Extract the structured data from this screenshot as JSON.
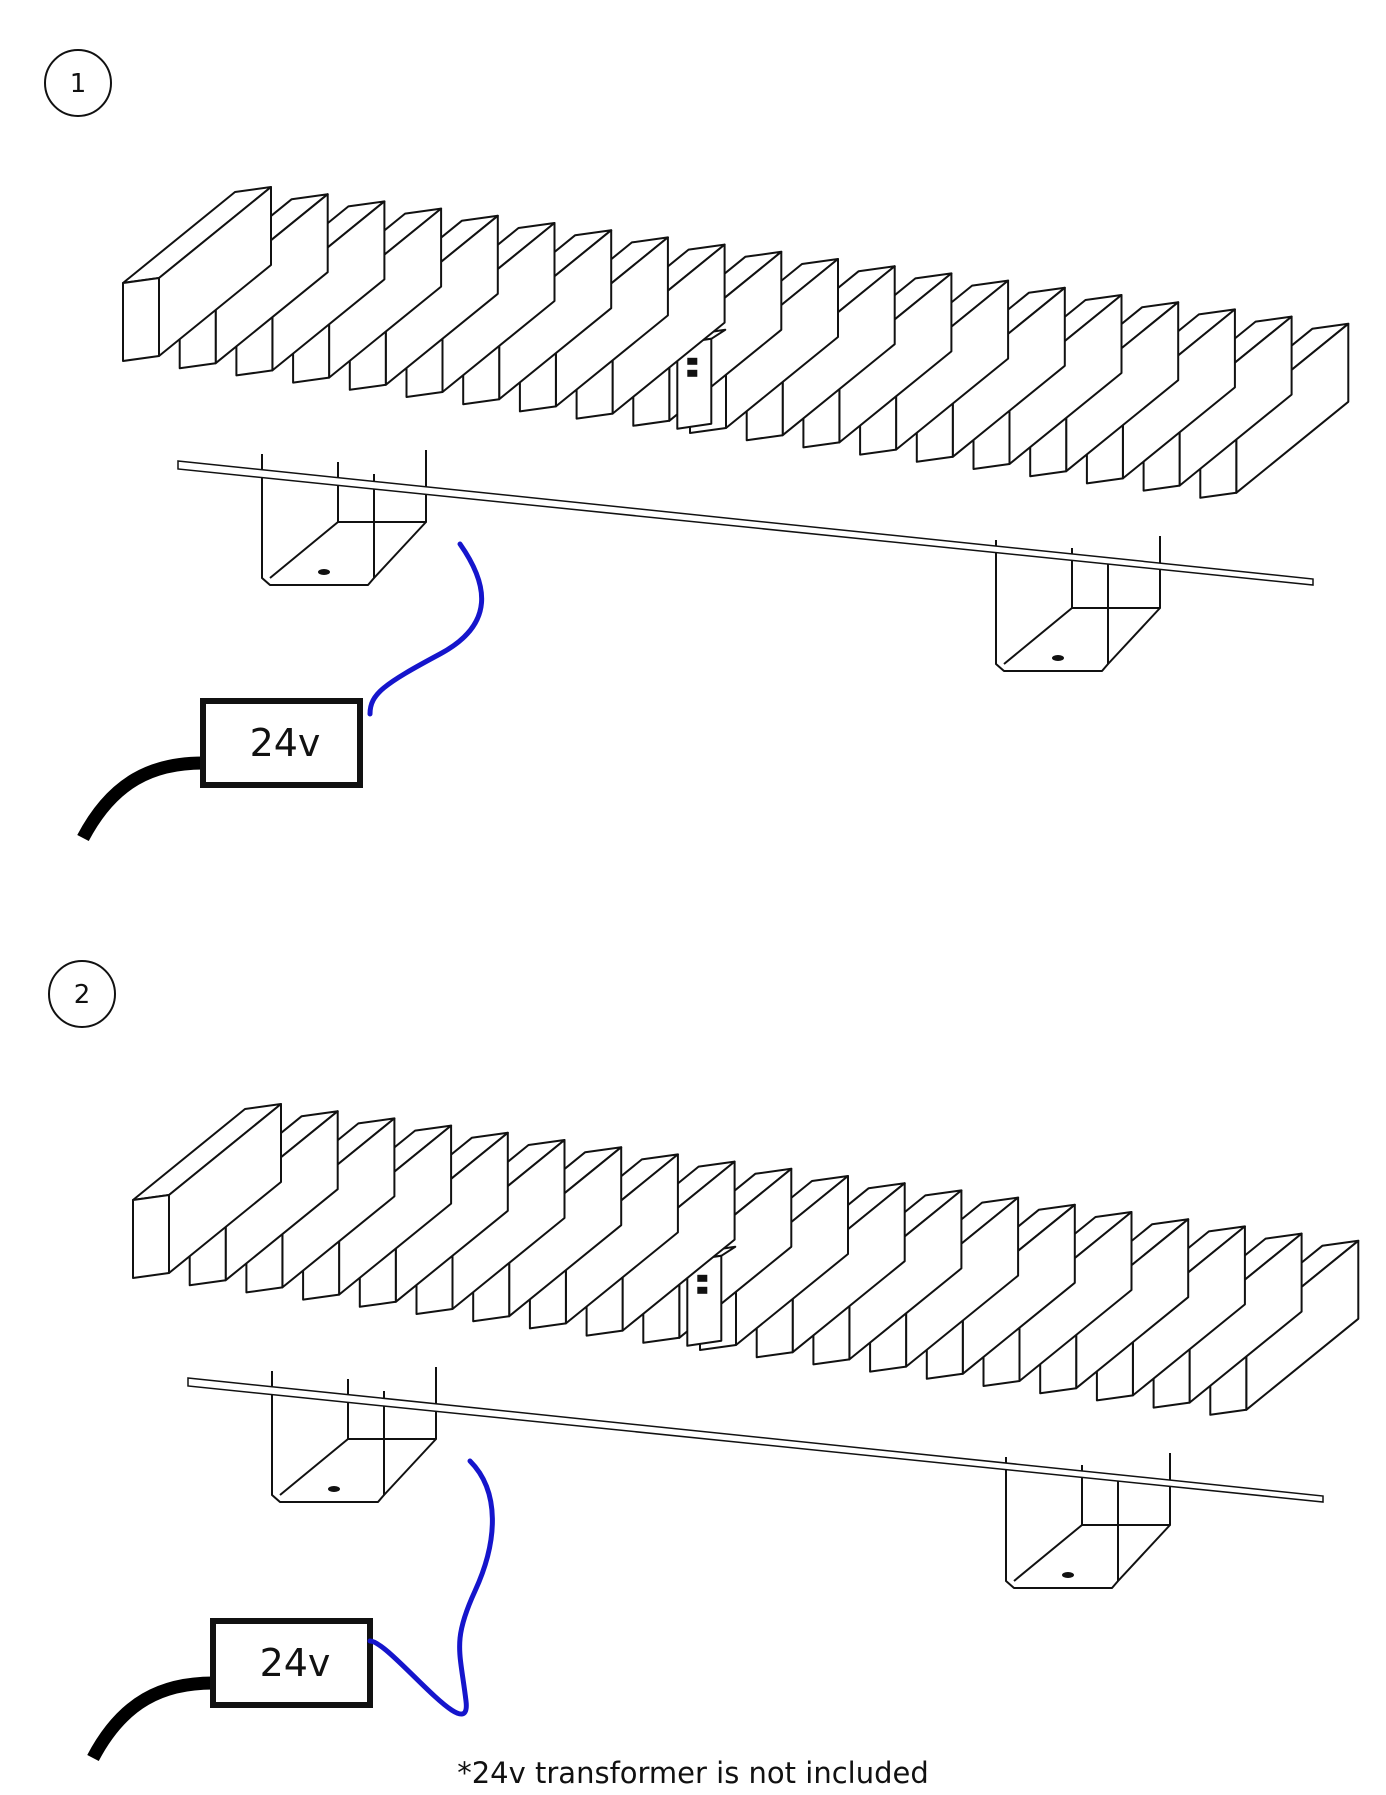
{
  "steps": [
    {
      "number": "1",
      "transformer_label": "24v",
      "cable_connected": false
    },
    {
      "number": "2",
      "transformer_label": "24v",
      "cable_connected": true
    }
  ],
  "bench": {
    "slat_count": 20,
    "control_box_after_slat": 9
  },
  "colors": {
    "line": "#111111",
    "cable": "#1515cc",
    "mains_cable": "#000000",
    "fill": "#ffffff"
  },
  "footnote": "*24v transformer is not included"
}
